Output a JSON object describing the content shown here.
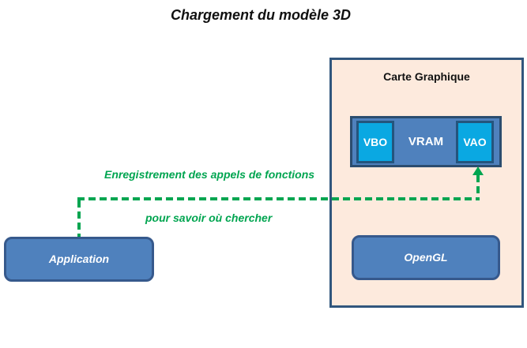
{
  "title": "Chargement du modèle 3D",
  "nodes": {
    "graphics_card": {
      "label": "Carte Graphique"
    },
    "vram": {
      "label": "VRAM"
    },
    "vbo": {
      "label": "VBO"
    },
    "vao": {
      "label": "VAO"
    },
    "opengl": {
      "label": "OpenGL"
    },
    "application": {
      "label": "Application"
    }
  },
  "arrow": {
    "from": "Application",
    "to": "VAO",
    "style": "dashed",
    "color": "#00a550",
    "label_top": "Enregistrement des appels de fonctions",
    "label_bottom": "pour savoir où chercher"
  },
  "colors": {
    "node_fill": "#4f81bd",
    "node_border": "#36598c",
    "buffer_fill": "#0aa8e2",
    "buffer_border": "#24557d",
    "card_fill": "#fdeadd",
    "card_border": "#31567d",
    "annotation_green": "#00a550",
    "text_on_blue": "#ffffff",
    "title_color": "#111111"
  }
}
